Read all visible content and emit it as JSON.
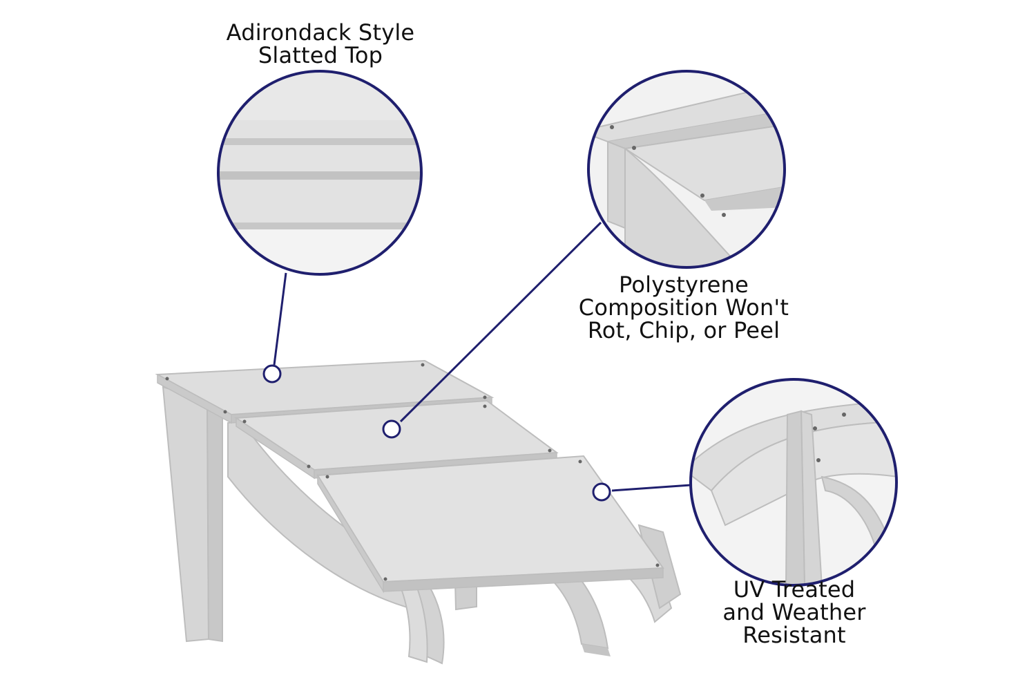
{
  "colors": {
    "accent": "#1f1f6e",
    "product": "#dcdcdc",
    "product_shade": "#c8c8c8",
    "product_edge": "#b4b4b4",
    "text": "#111111"
  },
  "callouts": [
    {
      "name": "slatted-top",
      "lines": [
        "Adirondack Style",
        "Slatted Top"
      ],
      "icon": "zoom-circle-slats"
    },
    {
      "name": "polystyrene",
      "lines": [
        "Polystyrene",
        "Composition Won't",
        "Rot, Chip, or Peel"
      ],
      "icon": "zoom-circle-corner"
    },
    {
      "name": "uv-treated",
      "lines": [
        "UV Treated",
        "and Weather",
        "Resistant"
      ],
      "icon": "zoom-circle-leg"
    }
  ],
  "product": {
    "icon": "adirondack-ottoman-illustration"
  }
}
